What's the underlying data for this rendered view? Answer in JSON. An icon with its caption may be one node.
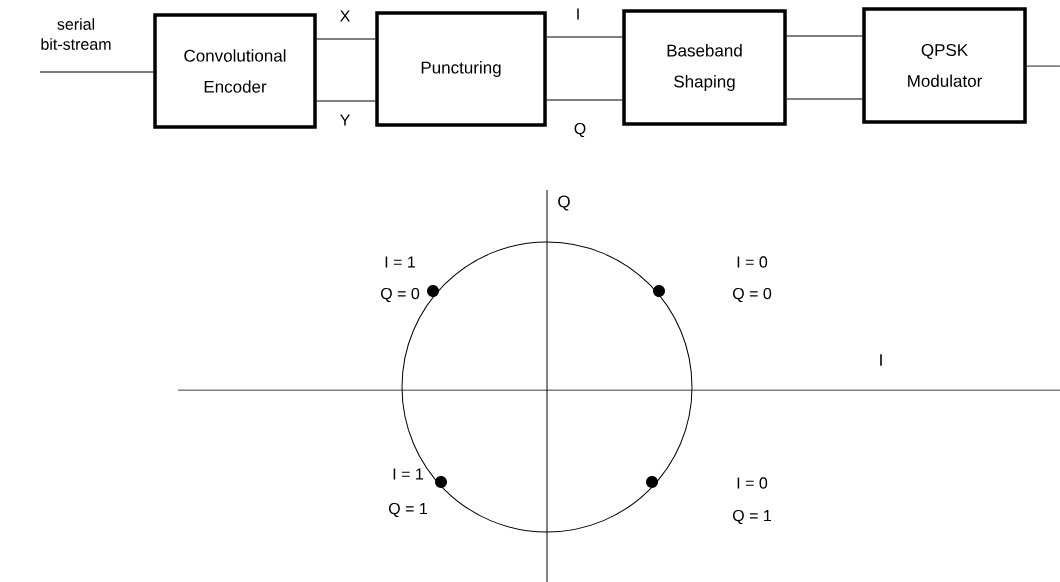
{
  "diagram": {
    "nodes": [
      {
        "text": [
          "Convolutional Encoder"
        ]
      },
      {
        "text": [
          "Puncturing"
        ]
      },
      {
        "text": [
          "Baseband Shaping"
        ]
      },
      {
        "text": [
          "QPSK Modulator"
        ]
      }
    ],
    "edges": [
      {
        "from": null,
        "to": 0,
        "arrow": "none",
        "label": "serial bit-stream"
      },
      {
        "from": 0,
        "to": 1,
        "arrow": "none",
        "label": "X"
      },
      {
        "from": 0,
        "to": 1,
        "arrow": "none",
        "label": "Y"
      },
      {
        "from": 1,
        "to": 2,
        "arrow": "none",
        "label": "I"
      },
      {
        "from": 1,
        "to": 2,
        "arrow": "none",
        "label": "Q"
      },
      {
        "from": 2,
        "to": 3,
        "arrow": "none"
      },
      {
        "from": 2,
        "to": 3,
        "arrow": "none"
      },
      {
        "from": 3,
        "to": null,
        "arrow": "none"
      }
    ],
    "labels": [
      "Q",
      "I = 1",
      "Q = 0",
      "I = 0",
      "Q = 0",
      "I",
      "I = 1",
      "Q = 1",
      "I = 0",
      "Q = 1"
    ]
  }
}
